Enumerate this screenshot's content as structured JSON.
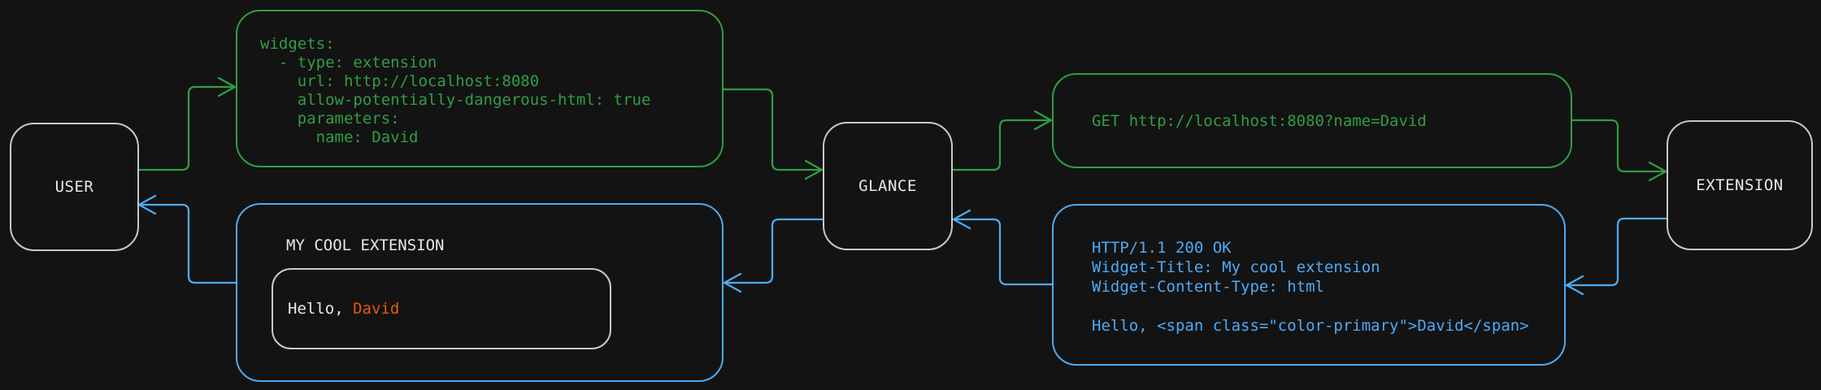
{
  "colors": {
    "green": "#2f9e44",
    "blue": "#4dabf7",
    "orange": "#e8590c",
    "node-border": "#c9c9c9",
    "text": "#e8e8e8",
    "bg": "#131313"
  },
  "nodes": {
    "user": "USER",
    "glance": "GLANCE",
    "extension": "EXTENSION"
  },
  "config_box": {
    "lines": [
      "widgets:",
      "  - type: extension",
      "    url: http://localhost:8080",
      "    allow-potentially-dangerous-html: true",
      "    parameters:",
      "      name: David"
    ]
  },
  "request_box": {
    "text": "GET http://localhost:8080?name=David"
  },
  "response_box": {
    "lines": [
      "HTTP/1.1 200 OK",
      "Widget-Title: My cool extension",
      "Widget-Content-Type: html",
      "",
      "Hello, <span class=\"color-primary\">David</span>"
    ]
  },
  "widget_box": {
    "title": "MY COOL EXTENSION",
    "greeting_prefix": "Hello, ",
    "greeting_name": "David"
  }
}
